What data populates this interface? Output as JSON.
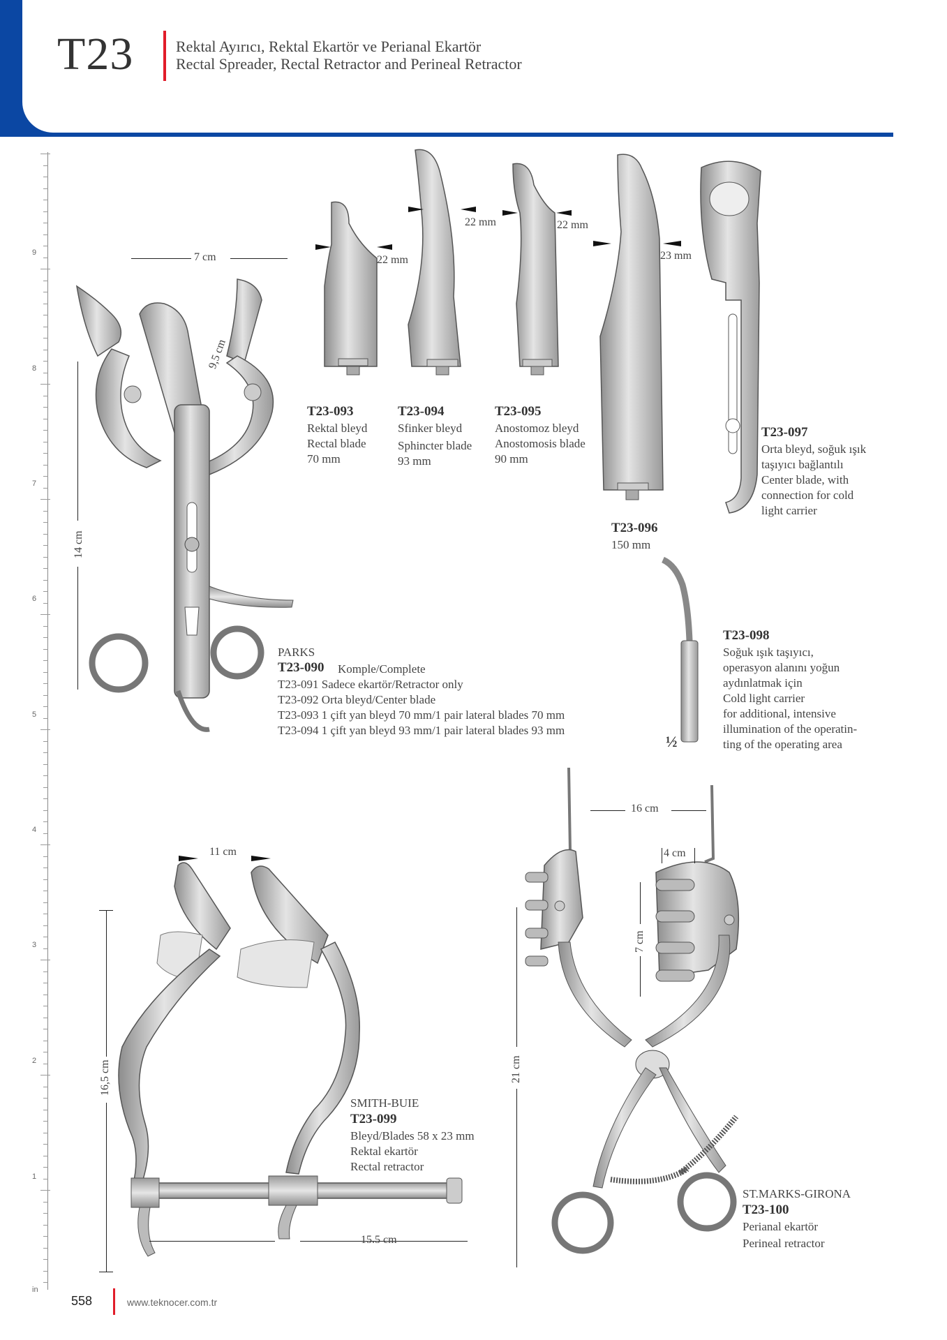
{
  "header": {
    "code": "T23",
    "title_tr": "Rektal Ayırıcı, Rektal Ekartör ve Perianal Ekartör",
    "title_en": "Rectal Spreader, Rectal Retractor and Perineal Retractor"
  },
  "ruler": {
    "labels": [
      "9",
      "8",
      "7",
      "6",
      "5",
      "4",
      "3",
      "2",
      "1"
    ],
    "unit": "in"
  },
  "blades": {
    "b093": {
      "code": "T23-093",
      "tr": "Rektal bleyd",
      "en": "Rectal blade",
      "size": "70 mm",
      "width": "22 mm"
    },
    "b094": {
      "code": "T23-094",
      "tr": "Sfinker bleyd",
      "en": "Sphincter blade",
      "size": "93  mm",
      "width": "22 mm"
    },
    "b095": {
      "code": "T23-095",
      "tr": "Anostomoz bleyd",
      "en": "Anostomosis blade",
      "size": "90 mm",
      "width": "22 mm"
    },
    "b096": {
      "code": "T23-096",
      "size": "150  mm",
      "width": "23 mm"
    },
    "b097": {
      "code": "T23-097",
      "line1": "Orta bleyd, soğuk ışık",
      "line2": "taşıyıcı bağlantılı",
      "line3": "Center blade, with",
      "line4": "connection for cold",
      "line5": "light carrier"
    }
  },
  "parks": {
    "dim_width": "7 cm",
    "dim_blade": "9,5 cm",
    "dim_height": "14 cm",
    "name": "PARKS",
    "code": "T23-090",
    "complete": "Komple/Complete",
    "line1": "T23-091 Sadece ekartör/Retractor only",
    "line2": "T23-092 Orta bleyd/Center blade",
    "line3": "T23-093 1 çift yan bleyd 70 mm/1 pair lateral blades 70 mm",
    "line4": "T23-094 1 çift yan bleyd 93 mm/1 pair lateral blades 93 mm"
  },
  "light": {
    "scale": "½",
    "code": "T23-098",
    "line1": "Soğuk ışık taşıyıcı,",
    "line2": "operasyon alanını yoğun",
    "line3": "aydınlatmak için",
    "line4": "Cold light carrier",
    "line5": "for additional, intensive",
    "line6": "illumination of the operatin-",
    "line7": "ting of the operating area"
  },
  "smith": {
    "dim_top": "11 cm",
    "dim_height": "16,5 cm",
    "dim_bottom": "15.5 cm",
    "name": "SMITH-BUIE",
    "code": "T23-099",
    "line1": "Bleyd/Blades 58 x 23 mm",
    "line2": "Rektal ekartör",
    "line3": "Rectal retractor"
  },
  "stmarks": {
    "dim_top": "16 cm",
    "dim_blade_w": "4 cm",
    "dim_blade_h": "7 cm",
    "dim_height": "21 cm",
    "name": "ST.MARKS-GIRONA",
    "code": "T23-100",
    "line1": "Perianal ekartör",
    "line2": "Perineal retractor"
  },
  "footer": {
    "page": "558",
    "url": "www.teknocer.com.tr"
  }
}
